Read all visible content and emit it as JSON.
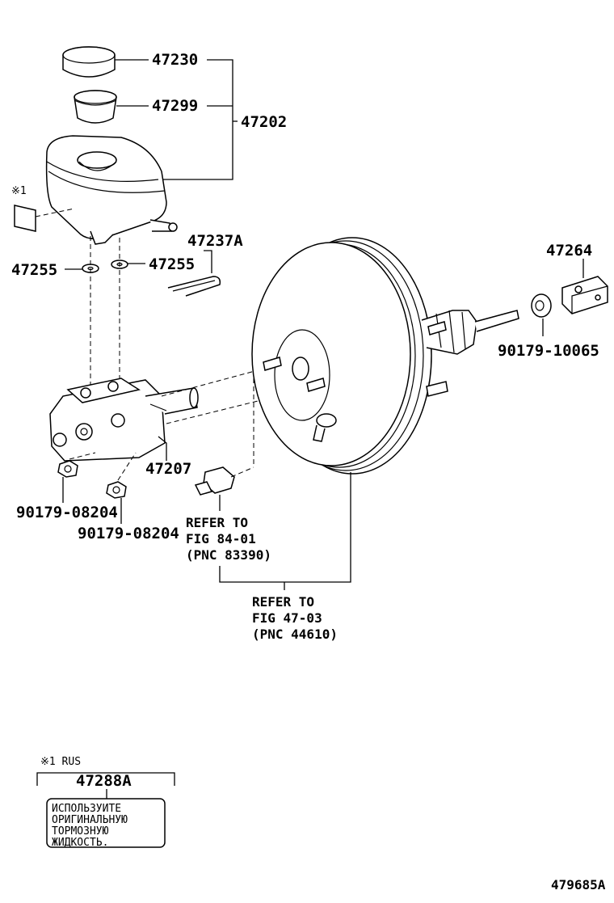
{
  "parts": {
    "p47230": "47230",
    "p47299": "47299",
    "p47202": "47202",
    "p47237a": "47237A",
    "p47264": "47264",
    "p47255_left": "47255",
    "p47255_right": "47255",
    "p90179_10065": "90179-10065",
    "p47207": "47207",
    "p90179_08204_a": "90179-08204",
    "p90179_08204_b": "90179-08204",
    "p47288a": "47288A"
  },
  "refs": {
    "ref1": {
      "line1": "REFER TO",
      "line2": "FIG 84-01",
      "line3": "(PNC 83390)"
    },
    "ref2": {
      "line1": "REFER TO",
      "line2": "FIG 47-03",
      "line3": "(PNC 44610)"
    }
  },
  "notes": {
    "mark1": "※1",
    "rus_note": "※1 RUS",
    "label_text": [
      "ИСПОЛЬЗУИТЕ",
      "ОРИГИНАЛЬНУЮ",
      "ТОРМОЗНУЮ",
      "ЖИДКОСТЬ."
    ]
  },
  "figure_id": "479685A"
}
